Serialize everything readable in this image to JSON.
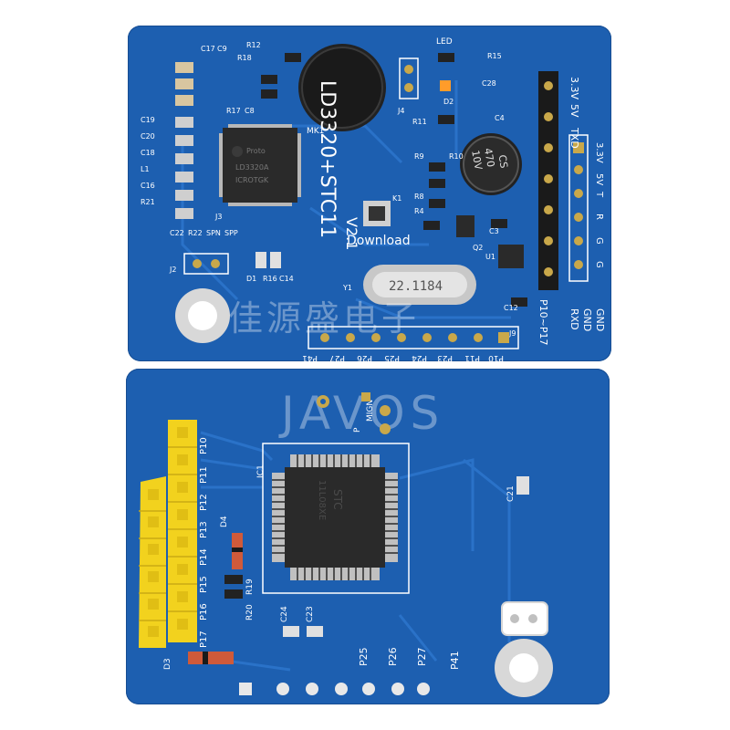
{
  "top_board": {
    "title": "LD3320+STC11",
    "version": "V2.1",
    "download_label": "Download",
    "crystal_label": "22.1184",
    "capacitor_label": [
      "CS",
      "470",
      "10V"
    ],
    "chip_label": [
      "Proto",
      "LD3320A",
      "ICROTGK"
    ],
    "led_label": "LED",
    "j6_pins": [
      "3.3V",
      "5V",
      "TXD",
      "GND",
      "RXD",
      "GND"
    ],
    "j1_pins": [
      "3.3V",
      "5V",
      "T",
      "R",
      "G",
      "G"
    ],
    "p10_label": "P10~P17",
    "bottom_header_labels": [
      "P41",
      "P27",
      "P26",
      "P25",
      "P24",
      "P23",
      "P11",
      "P10"
    ],
    "side_labels": [
      "C17",
      "C9",
      "R12",
      "R18",
      "R15",
      "C28",
      "R17",
      "C8",
      "R11",
      "C19",
      "C20",
      "C18",
      "L1",
      "C16",
      "R21",
      "C22",
      "R22",
      "SPN",
      "SPP",
      "J2",
      "J3",
      "J4",
      "J9",
      "K1",
      "R10",
      "R9",
      "R8",
      "R4",
      "C3",
      "Q2",
      "U1",
      "D1",
      "R16",
      "C14",
      "Y1",
      "MK1",
      "D2",
      "C4",
      "C12"
    ]
  },
  "bottom_board": {
    "watermark": "JAVOS",
    "chip_label": [
      "STC",
      "11L08XE"
    ],
    "pin_labels": [
      "P10",
      "P11",
      "P12",
      "P13",
      "P14",
      "P15",
      "P16",
      "P17"
    ],
    "header_labels": [
      "P25",
      "P26",
      "P27",
      "P41"
    ],
    "component_labels": [
      "IC1",
      "D4",
      "R19",
      "R20",
      "C24",
      "C23",
      "C21",
      "D3",
      "MIGN",
      "P"
    ]
  },
  "watermark_cn": "佳源盛电子",
  "colors": {
    "pcb": "#1d5fb0",
    "silkscreen": "#ffffff",
    "header_yellow": "#f2d21e",
    "header_black": "#1a1a1a",
    "chip": "#2a2a2a",
    "gold": "#c9a84a"
  }
}
